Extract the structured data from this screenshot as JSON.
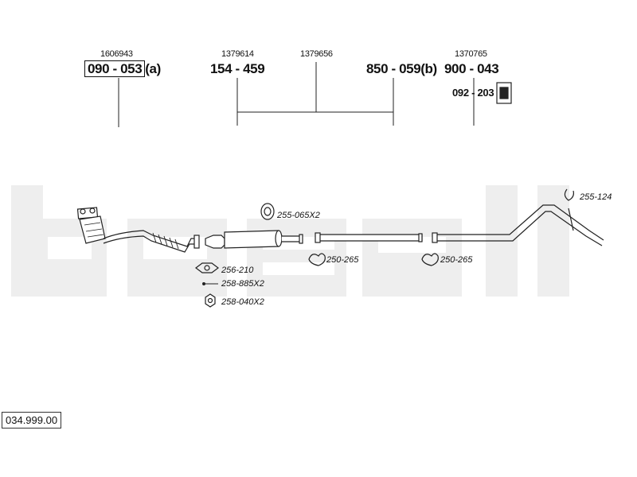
{
  "watermark": {
    "text": "bosal",
    "color": "#eeeeee"
  },
  "references": {
    "r1": "1606943",
    "r2": "1379614",
    "r3": "1379656",
    "r4": "1370765"
  },
  "part_numbers": {
    "p1": "090",
    "p1_b": "053",
    "p1_suffix": "(a)",
    "p2": "154",
    "p2_b": "459",
    "p3": "850",
    "p3_b": "059",
    "p3_suffix": "(b)",
    "p4": "900",
    "p4_b": "043",
    "p5": "092",
    "p5_b": "203"
  },
  "small_parts": {
    "a": "255-065X2",
    "b": "256-210",
    "c": "258-885X2",
    "d": "258-040X2",
    "e": "250-265",
    "f": "250-265",
    "g": "255-124"
  },
  "catalog_code": "034.999.00",
  "colors": {
    "line": "#222222",
    "watermark": "#eeeeee"
  }
}
